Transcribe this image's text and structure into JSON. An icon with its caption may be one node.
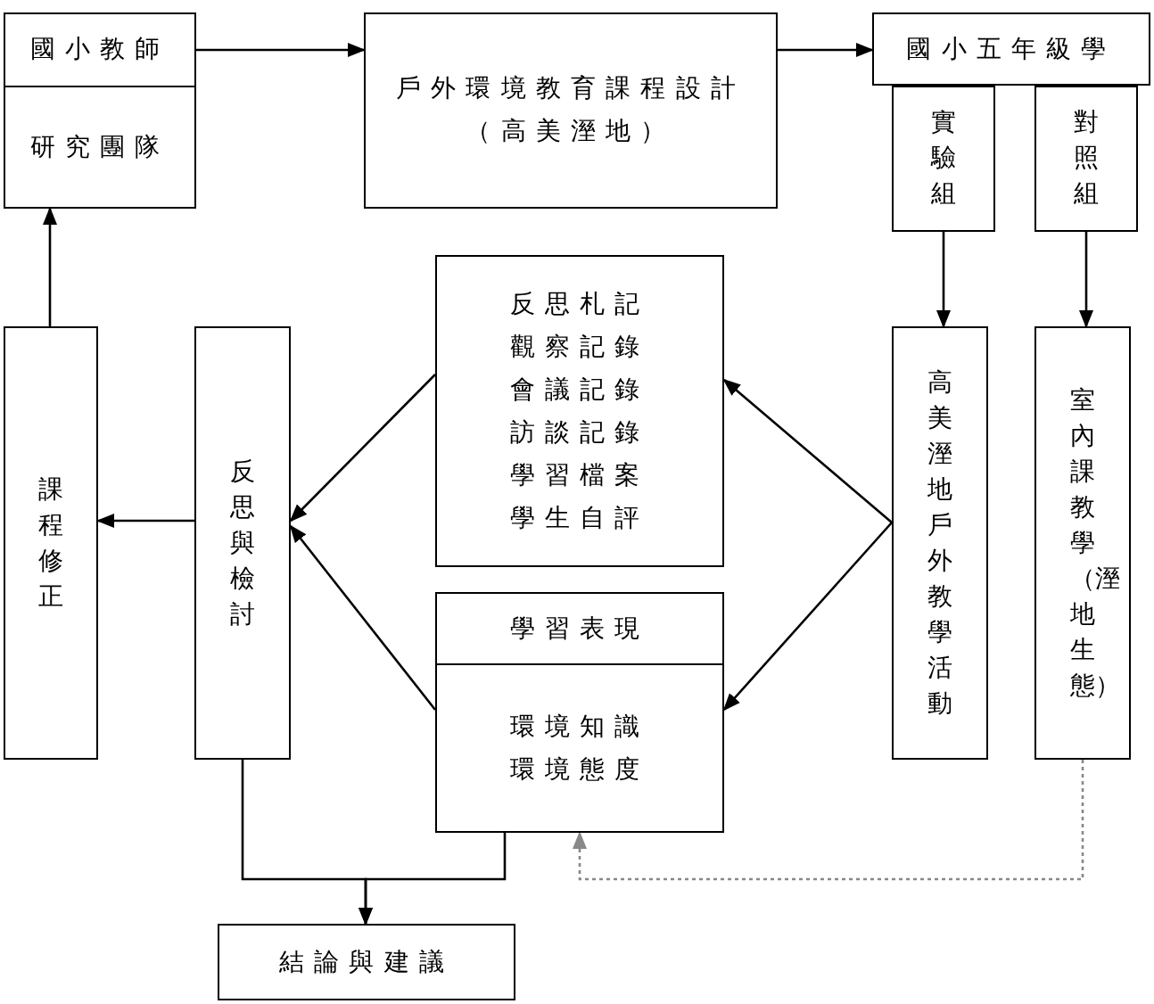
{
  "diagram": {
    "nodes": [
      {
        "text": [
          "國小教師",
          "研究團隊"
        ]
      },
      {
        "text": [
          "戶外環境教育課程設計",
          "（高美溼地）"
        ]
      },
      {
        "text": [
          "國小五年級學"
        ]
      },
      {
        "text": [
          "實驗組"
        ]
      },
      {
        "text": [
          "對照組"
        ]
      },
      {
        "text": [
          "課程修正"
        ]
      },
      {
        "text": [
          "反思與檢討"
        ]
      },
      {
        "text": [
          "反思札記",
          "觀察記錄",
          "會議記錄",
          "訪談記錄",
          "學習檔案",
          "學生自評"
        ]
      },
      {
        "text": [
          "學習表現",
          "環境知識",
          "環境態度"
        ]
      },
      {
        "text": [
          "高美溼地戶外教學活動"
        ]
      },
      {
        "text": [
          "室內課教學（溼地生態）"
        ]
      },
      {
        "text": [
          "結論與建議"
        ]
      }
    ],
    "edges": [
      {
        "from": 0,
        "to": 1,
        "arrow": "to"
      },
      {
        "from": 1,
        "to": 2,
        "arrow": "to"
      },
      {
        "from": 3,
        "to": 9,
        "arrow": "to"
      },
      {
        "from": 4,
        "to": 10,
        "arrow": "to"
      },
      {
        "from": 9,
        "to": 7,
        "arrow": "to"
      },
      {
        "from": 9,
        "to": 8,
        "arrow": "to"
      },
      {
        "from": 7,
        "to": 6,
        "arrow": "to"
      },
      {
        "from": 8,
        "to": 6,
        "arrow": "to"
      },
      {
        "from": 6,
        "to": 5,
        "arrow": "to"
      },
      {
        "from": 5,
        "to": 0,
        "arrow": "to"
      },
      {
        "from": 6,
        "to": 11,
        "arrow": "to"
      },
      {
        "from": 8,
        "to": 11,
        "arrow": "to"
      },
      {
        "from": 10,
        "to": 8,
        "arrow": "to",
        "style": "dashed",
        "color": "#888888"
      }
    ]
  }
}
